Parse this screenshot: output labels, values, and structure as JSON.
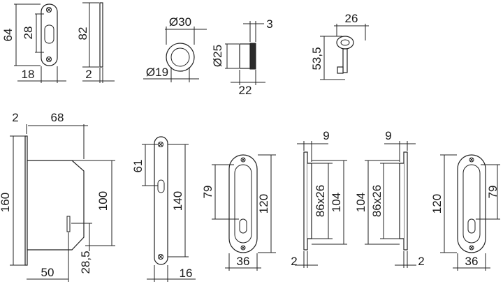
{
  "dimensions": {
    "plate_small_height": "64",
    "plate_small_slot": "28",
    "plate_small_width": "18",
    "plate_side_height": "82",
    "plate_side_thickness": "2",
    "knob_outer_dia": "Ø30",
    "knob_inner_dia": "Ø19",
    "knob_side_dia": "Ø25",
    "knob_side_rim": "3",
    "knob_side_length": "22",
    "key_width": "26",
    "key_length": "53,5",
    "lock_faceplate": "2",
    "lock_depth": "68",
    "lock_height": "160",
    "lock_body_height": "100",
    "lock_key_offset": "28,5",
    "lock_backset": "50",
    "strike_upper": "61",
    "strike_height": "140",
    "strike_width": "16",
    "flush_left_height": "120",
    "flush_left_slot": "79",
    "flush_left_width": "36",
    "profile_a_top": "9",
    "profile_a_recess": "86x26",
    "profile_a_height": "104",
    "profile_a_base": "2",
    "profile_b_top": "9",
    "profile_b_height": "104",
    "profile_b_recess": "86x26",
    "profile_b_base": "2",
    "flush_right_height": "120",
    "flush_right_slot": "79",
    "flush_right_width": "36"
  }
}
